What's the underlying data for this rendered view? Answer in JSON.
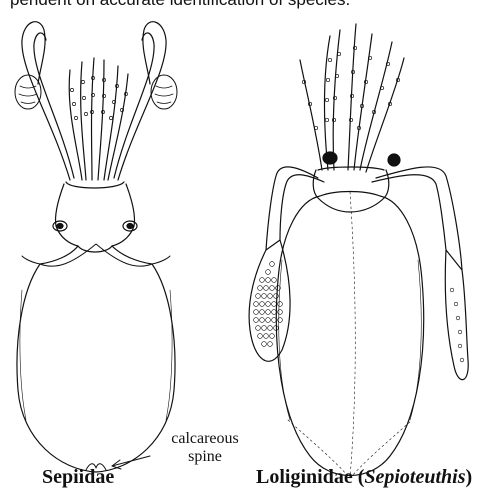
{
  "header_text": "pendent on accurate identification of species.",
  "figure": {
    "left_specimen": {
      "name": "Sepiidae"
    },
    "right_specimen": {
      "name_prefix": "Loliginidae (",
      "name_italic": "Sepioteuthis",
      "name_suffix": ")"
    },
    "annotation": {
      "line1": "calcareous",
      "line2": "spine"
    }
  },
  "colors": {
    "ink": "#111111",
    "background": "#ffffff"
  }
}
